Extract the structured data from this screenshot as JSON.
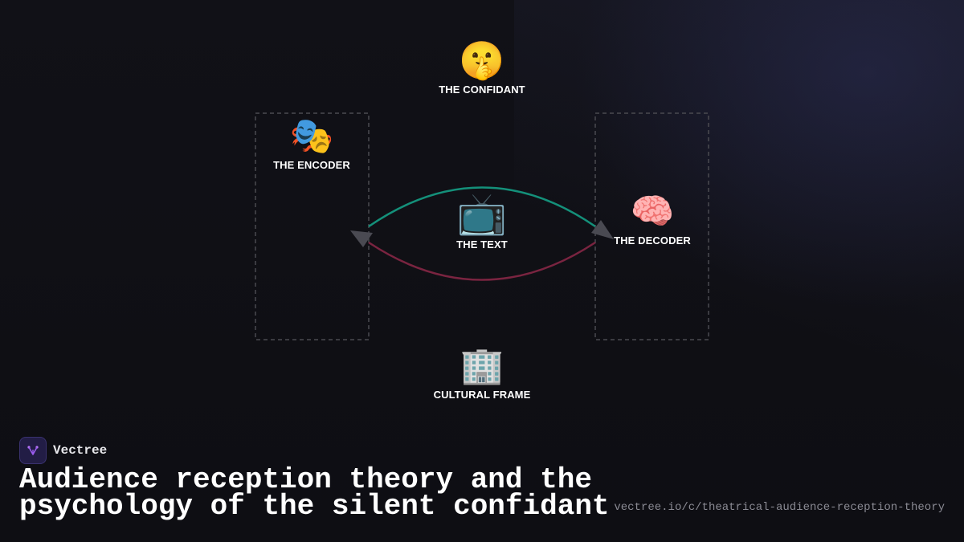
{
  "diagram": {
    "nodes": {
      "confidant": {
        "emoji": "🤫",
        "label": "THE CONFIDANT"
      },
      "encoder": {
        "emoji": "🎭",
        "label": "THE ENCODER"
      },
      "text": {
        "emoji": "📺",
        "label": "THE TEXT"
      },
      "decoder": {
        "emoji": "🧠",
        "label": "THE DECODER"
      },
      "cultural_frame": {
        "emoji": "🏢",
        "label": "CULTURAL FRAME"
      }
    },
    "colors": {
      "forward_arc": "#14907a",
      "return_arc": "#7a2440",
      "arrowhead": "#4a4a52",
      "frame_border": "#4a4a50"
    }
  },
  "footer": {
    "brand_name": "Vectree",
    "headline": "Audience reception theory and the psychology of the silent confidant",
    "url": "vectree.io/c/theatrical-audience-reception-theory"
  }
}
